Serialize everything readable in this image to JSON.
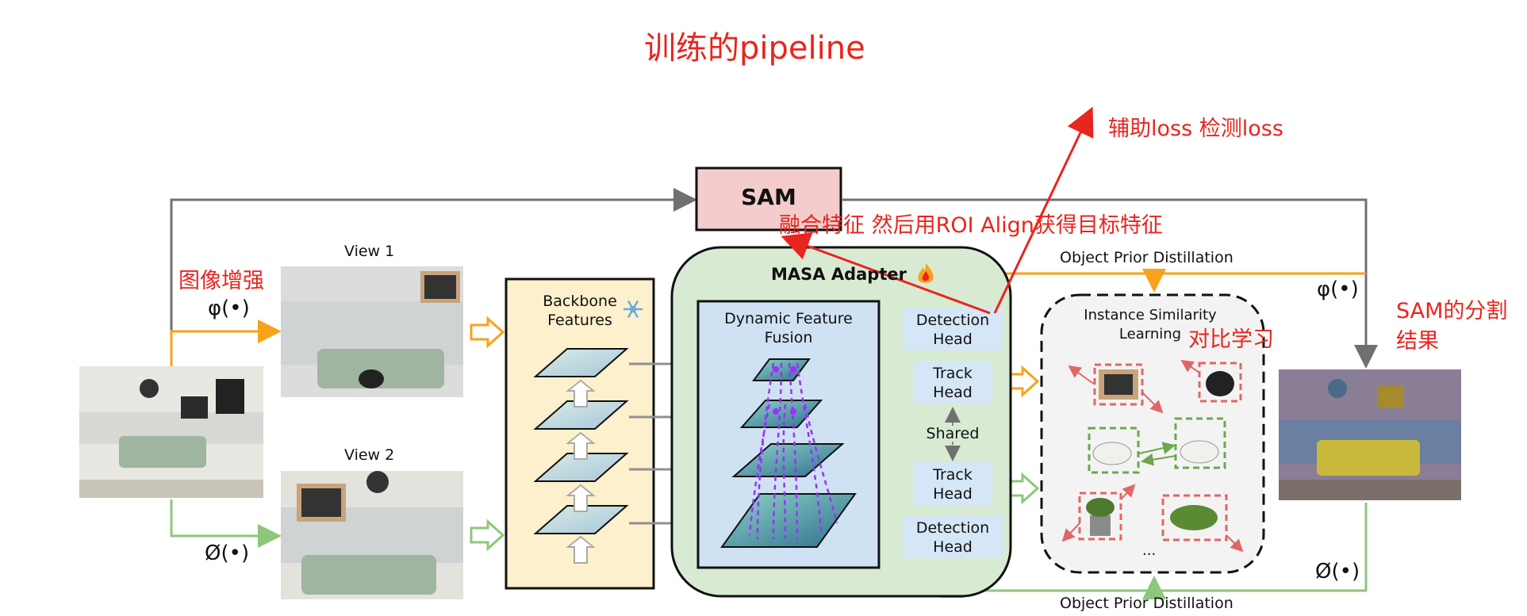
{
  "annotations": {
    "title": "训练的pipeline",
    "aux_loss": "辅助loss 检测loss",
    "fusion_note": "融合特征 然后用ROI Align获得目标特征",
    "augment": "图像增强",
    "contrast": "对比学习",
    "sam_result": "SAM的分割\n结果"
  },
  "labels": {
    "sam": "SAM",
    "view1": "View 1",
    "view2": "View 2",
    "phi_top": "φ(•)",
    "phi_bottom": "Ø(•)",
    "phi_right_top": "φ(•)",
    "phi_right_bottom": "Ø(•)",
    "backbone": "Backbone\nFeatures",
    "masa_adapter": "MASA Adapter",
    "dynamic_fusion": "Dynamic Feature\nFusion",
    "detection_head_top": "Detection\nHead",
    "track_head_top": "Track\nHead",
    "shared": "Shared",
    "track_head_bottom": "Track\nHead",
    "detection_head_bottom": "Detection\nHead",
    "instance_similarity": "Instance Similarity\nLearning",
    "ellipsis": "...",
    "opd_top": "Object Prior Distillation",
    "opd_bottom": "Object Prior Distillation"
  },
  "icons": {
    "snowflake": "snowflake-icon",
    "fire": "fire-icon"
  },
  "colors": {
    "annotation_red": "#e8251e",
    "orange": "#f7a21b",
    "green": "#8cc77b",
    "gray": "#707070",
    "sam_fill": "#f4cccc",
    "backbone_fill": "#fdf0cc",
    "adapter_fill": "#d9ead3",
    "fusion_fill": "#cfe2f3",
    "head_fill": "#d5e6f7",
    "similarity_fill": "#f3f3f3",
    "box_red_dashed": "#e06666",
    "box_green_dashed": "#6aa84f",
    "purple": "#9b30ff"
  }
}
